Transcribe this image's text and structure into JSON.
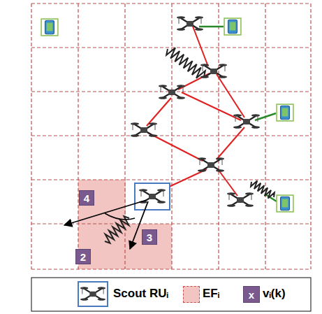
{
  "diagram": {
    "nodes": [
      {
        "text": [
          "4"
        ]
      },
      {
        "text": [
          "3"
        ]
      },
      {
        "text": [
          "2"
        ]
      }
    ],
    "labels": [
      "x"
    ],
    "legend": [
      {
        "text": "Scout RUᵢ"
      },
      {
        "text": "EFᵢ",
        "color": "#f2c5c3"
      },
      {
        "text": "vᵢ(k)",
        "color": "#7a5a8e"
      }
    ]
  }
}
